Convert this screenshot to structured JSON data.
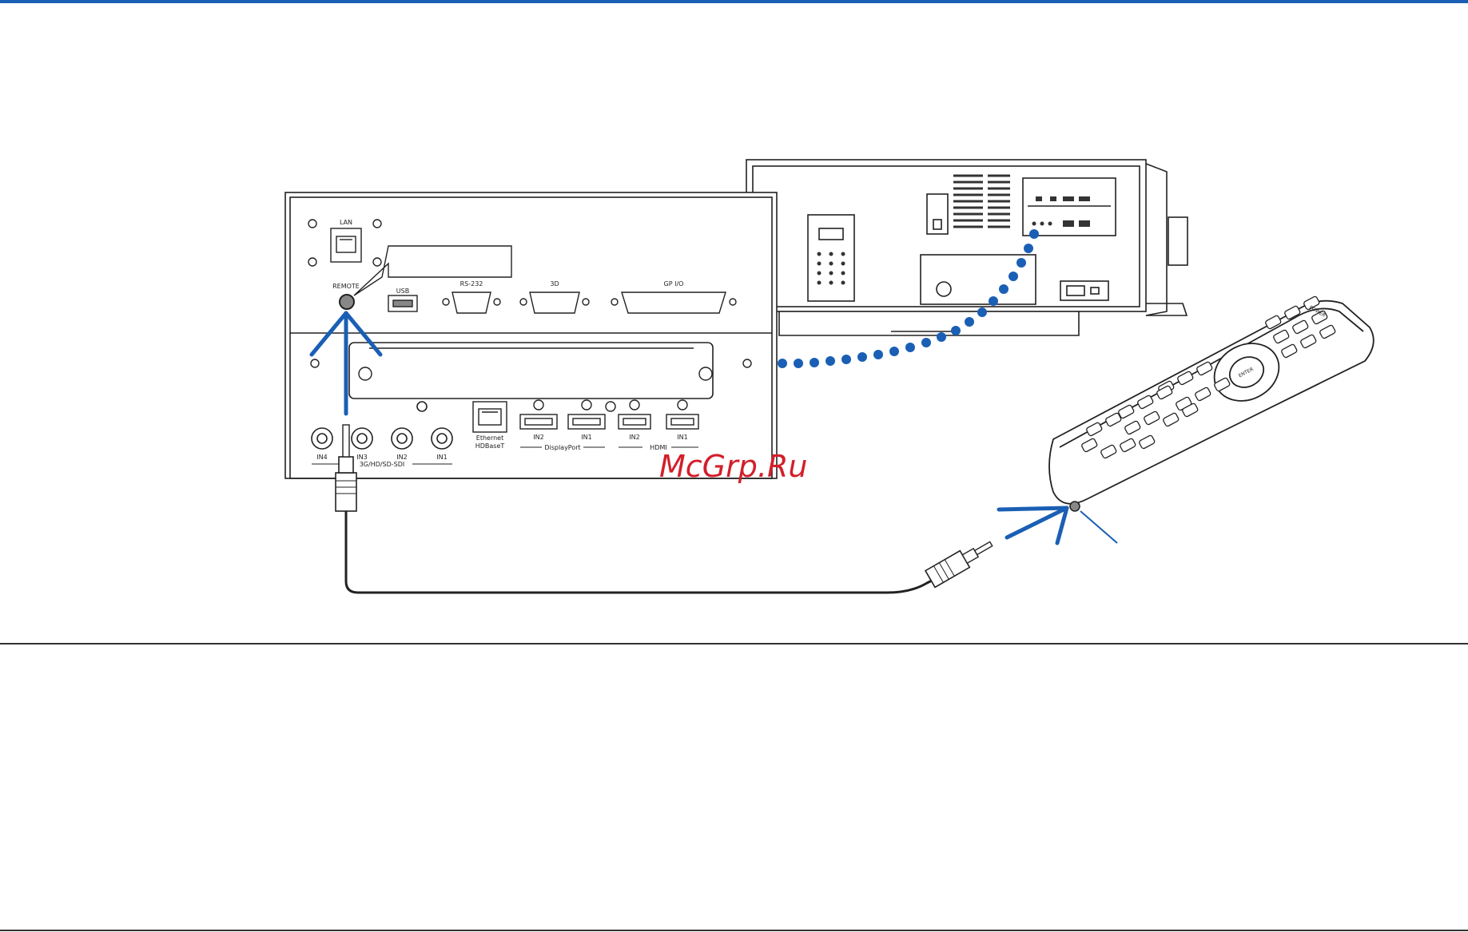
{
  "labels": {
    "lan": "LAN",
    "remote": "REMOTE",
    "usb": "USB",
    "rs232": "RS-232",
    "port_3d": "3D",
    "gpio": "GP I/O",
    "sdi_in4": "IN4",
    "sdi_in3": "IN3",
    "sdi_in2": "IN2",
    "sdi_in1": "IN1",
    "sdi_group": "3G/HD/SD-SDI",
    "ethernet": "Ethernet",
    "hdbaset": "HDBaseT",
    "dp_in2": "IN2",
    "dp_in1": "IN1",
    "dp_group": "DisplayPort",
    "hdmi_in2": "IN2",
    "hdmi_in1": "IN1",
    "hdmi_group": "HDMI"
  },
  "remote_control": {
    "power": "POWER",
    "enter": "ENTER"
  },
  "watermark": "McGrp.Ru",
  "colors": {
    "accent": "#1a5fb4",
    "line": "#222222",
    "watermark": "#d21f2b"
  }
}
